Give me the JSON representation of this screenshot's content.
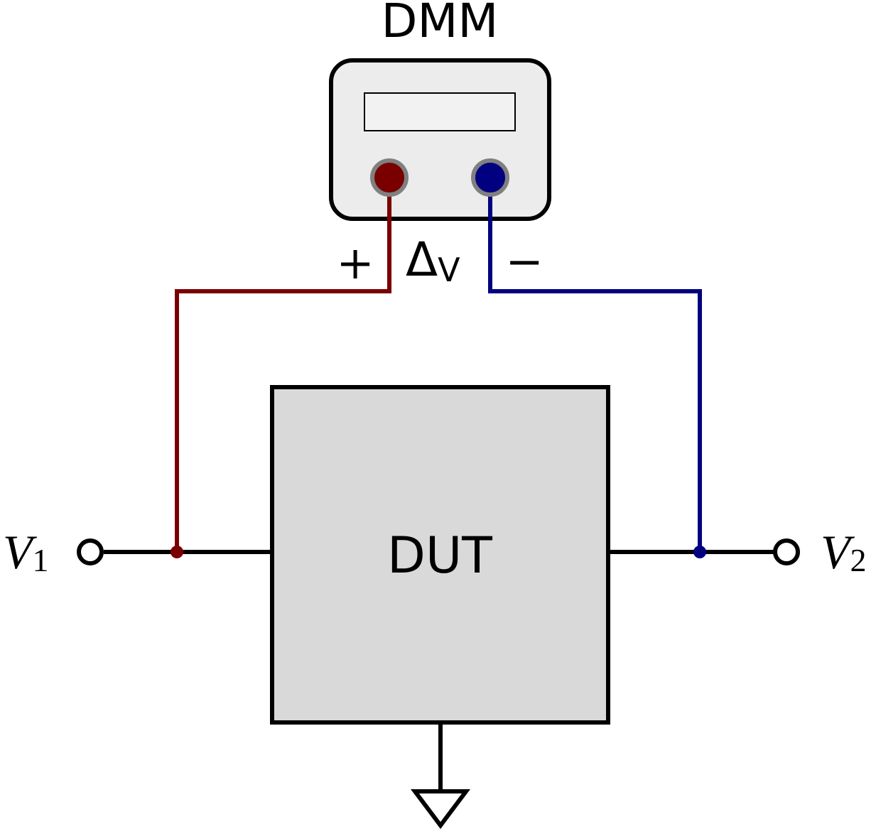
{
  "dmm": {
    "title": "DMM",
    "display_reading": ""
  },
  "probe": {
    "plus_sign": "+",
    "minus_sign": "−",
    "delta_symbol": "Δ",
    "delta_subscript": "V"
  },
  "dut": {
    "label": "DUT"
  },
  "terminals": {
    "left": {
      "symbol": "V",
      "subscript": "1"
    },
    "right": {
      "symbol": "V",
      "subscript": "2"
    }
  },
  "colors": {
    "positive_lead": "#7a0000",
    "negative_lead": "#000080",
    "dmm_body": "#ececec",
    "dmm_display": "#f2f2f2",
    "dut_body": "#d9d9d9",
    "jack_ring": "#808080",
    "wire": "#000000"
  }
}
